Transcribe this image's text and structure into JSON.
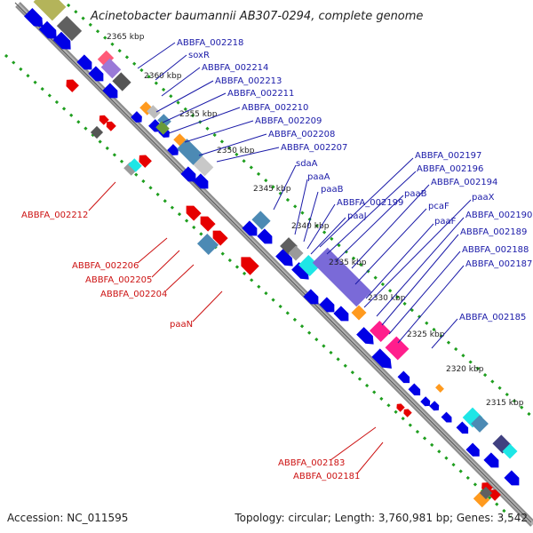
{
  "title": "Acinetobacter baumannii AB307-0294, complete genome",
  "footer": {
    "accession": "Accession: NC_011595",
    "topology": "Topology: circular; Length: 3,760,981 bp; Genes: 3,542"
  },
  "ticks": [
    "2365 kbp",
    "2360 kbp",
    "2355 kbp",
    "2350 kbp",
    "2345 kbp",
    "2340 kbp",
    "2335 kbp",
    "2330 kbp",
    "2325 kbp",
    "2320 kbp",
    "2315 kbp"
  ],
  "forward_labels": [
    "ABBFA_002218",
    "soxR",
    "ABBFA_002214",
    "ABBFA_002213",
    "ABBFA_002211",
    "ABBFA_002210",
    "ABBFA_002209",
    "ABBFA_002208",
    "ABBFA_002207",
    "sdaA",
    "paaA",
    "paaB",
    "ABBFA_002199",
    "paaJ",
    "ABBFA_002197",
    "ABBFA_002196",
    "paaB",
    "ABBFA_002194",
    "paaX",
    "pcaF",
    "paaF",
    "ABBFA_002190",
    "ABBFA_002189",
    "ABBFA_002188",
    "ABBFA_002187",
    "ABBFA_002185"
  ],
  "reverse_labels": [
    "ABBFA_002212",
    "ABBFA_002206",
    "ABBFA_002205",
    "ABBFA_002204",
    "paaN",
    "ABBFA_002183",
    "ABBFA_002181"
  ],
  "colors": {
    "forward": "#0000e6",
    "reverse": "#e60000",
    "backbone": "#8c8c8c",
    "gc": "#1e9e1e",
    "label_forward": "#1a1aa8",
    "label_reverse": "#cc1111"
  }
}
